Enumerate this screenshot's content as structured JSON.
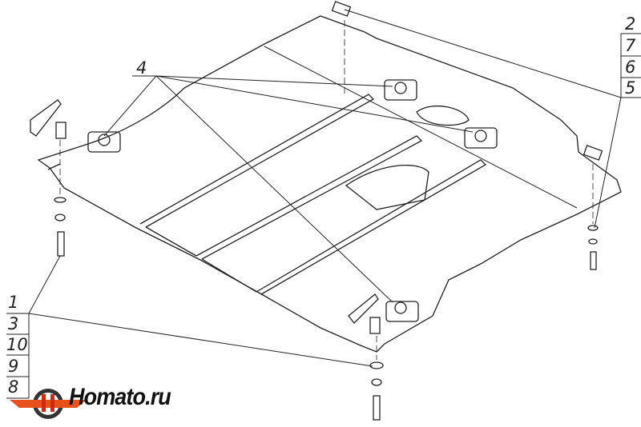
{
  "callouts": {
    "left_stack": [
      "1",
      "3",
      "10",
      "9",
      "8"
    ],
    "right_stack": [
      "2",
      "7",
      "6",
      "5"
    ],
    "top_label": "4"
  },
  "logo": {
    "text": "Homato.ru",
    "accent": "#e8501c",
    "dark": "#333333"
  },
  "colors": {
    "line": "#222222"
  }
}
